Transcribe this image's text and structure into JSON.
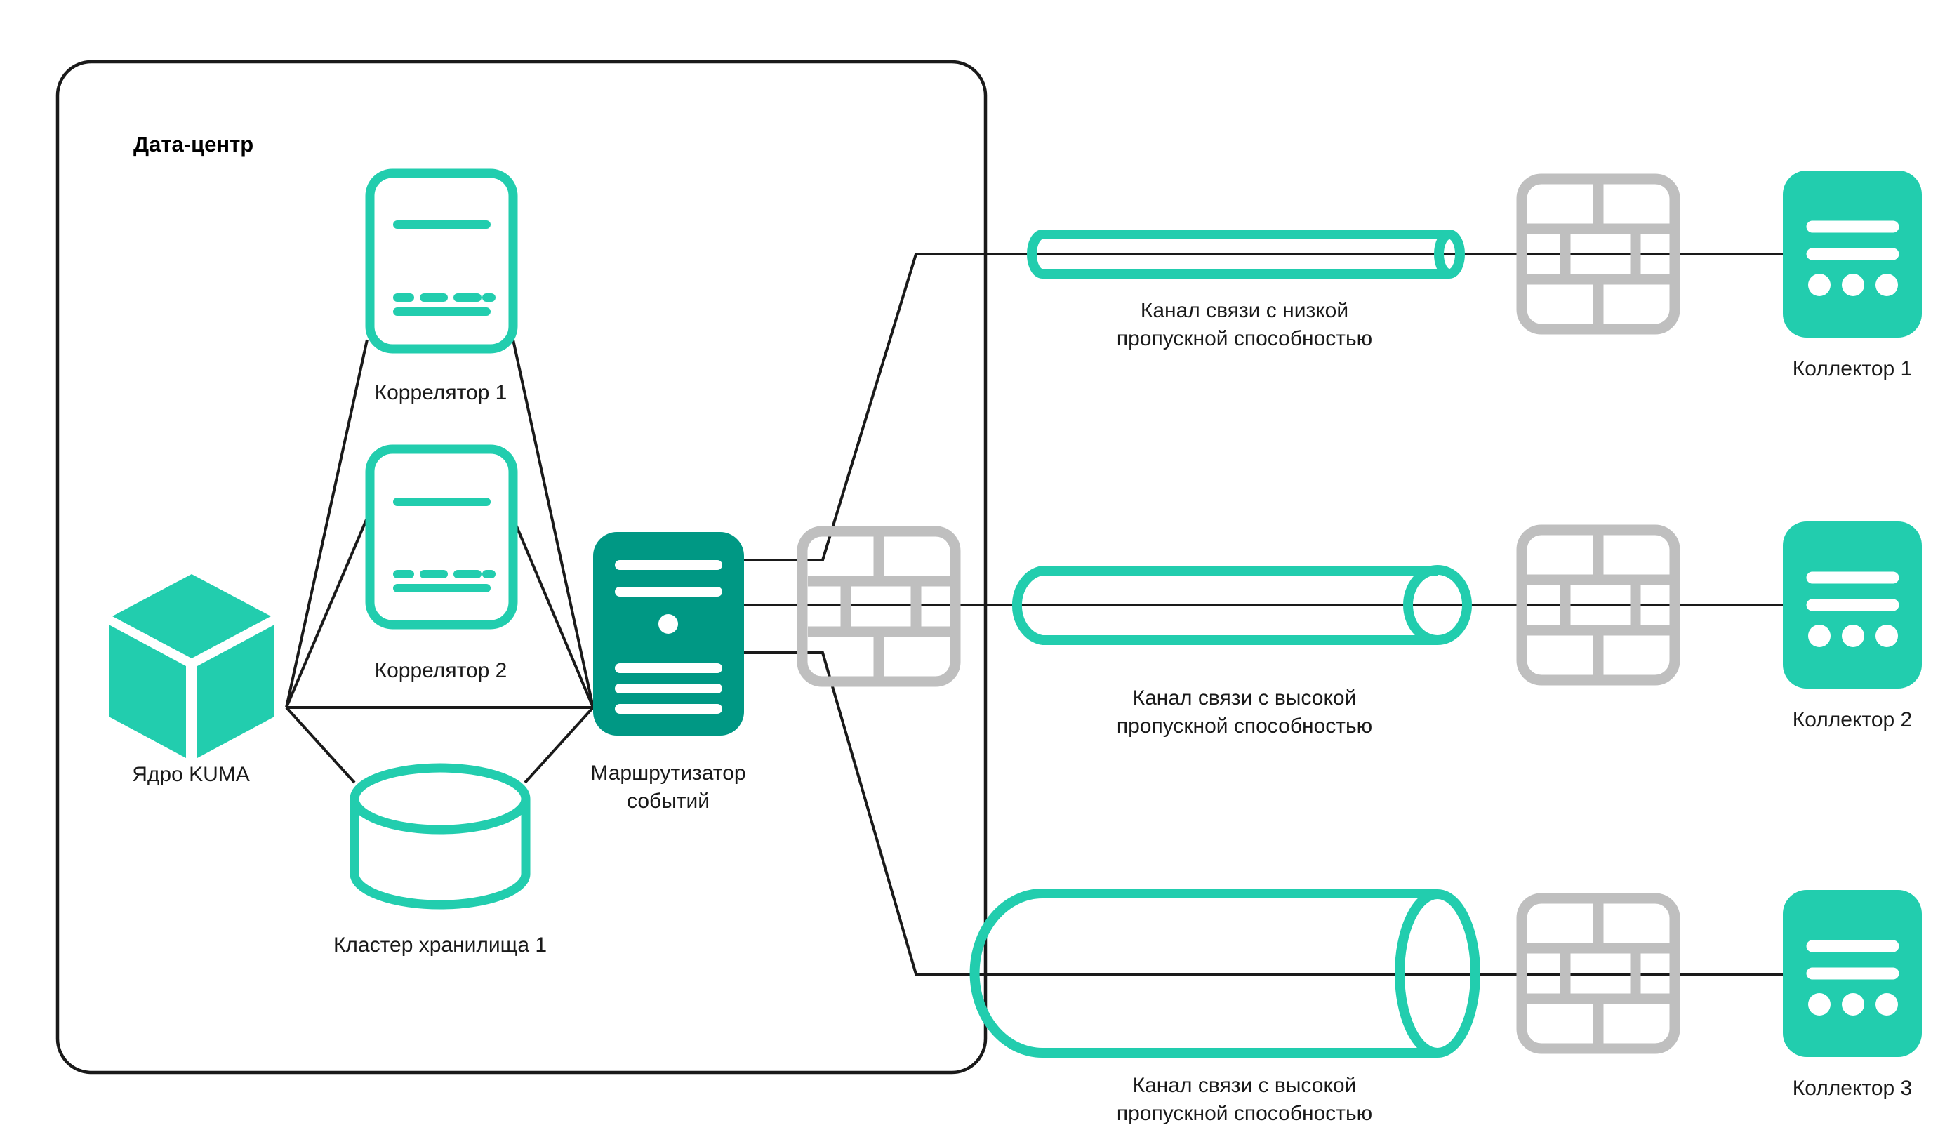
{
  "diagram": {
    "title_visible": false,
    "colors": {
      "accent_light_teal": "#22CDAE",
      "accent_dark_teal": "#009884",
      "firewall_gray": "#BFBFBF",
      "line_black": "#1A1A1A",
      "background": "#FFFFFF"
    },
    "zone": {
      "label": "Дата-центр"
    },
    "nodes": [
      {
        "id": "kuma-core",
        "label": "Ядро KUMA",
        "icon": "cube-icon"
      },
      {
        "id": "correlator-1",
        "label": "Коррелятор 1",
        "icon": "correlator-icon"
      },
      {
        "id": "correlator-2",
        "label": "Коррелятор 2",
        "icon": "correlator-icon"
      },
      {
        "id": "storage-cluster-1",
        "label": "Кластер хранилища 1",
        "icon": "database-cylinder-icon"
      },
      {
        "id": "event-router",
        "label_line1": "Маршрутизатор",
        "label_line2": "событий",
        "icon": "server-icon"
      },
      {
        "id": "collector-1",
        "label": "Коллектор 1",
        "icon": "collector-icon"
      },
      {
        "id": "collector-2",
        "label": "Коллектор 2",
        "icon": "collector-icon"
      },
      {
        "id": "collector-3",
        "label": "Коллектор 3",
        "icon": "collector-icon"
      }
    ],
    "firewalls": [
      {
        "id": "firewall-internal",
        "icon": "firewall-brick-icon"
      },
      {
        "id": "firewall-top",
        "icon": "firewall-brick-icon"
      },
      {
        "id": "firewall-middle",
        "icon": "firewall-brick-icon"
      },
      {
        "id": "firewall-bottom",
        "icon": "firewall-brick-icon"
      }
    ],
    "channels": [
      {
        "id": "channel-low",
        "bandwidth": "low",
        "label_line1": "Канал связи с низкой",
        "label_line2": "пропускной способностью",
        "icon": "thin-pipe-icon"
      },
      {
        "id": "channel-high-1",
        "bandwidth": "high",
        "label_line1": "Канал связи с высокой",
        "label_line2": "пропускной способностью",
        "icon": "thick-pipe-icon"
      },
      {
        "id": "channel-high-2",
        "bandwidth": "high",
        "label_line1": "Канал связи с высокой",
        "label_line2": "пропускной способностью",
        "icon": "thick-pipe-icon"
      }
    ]
  }
}
